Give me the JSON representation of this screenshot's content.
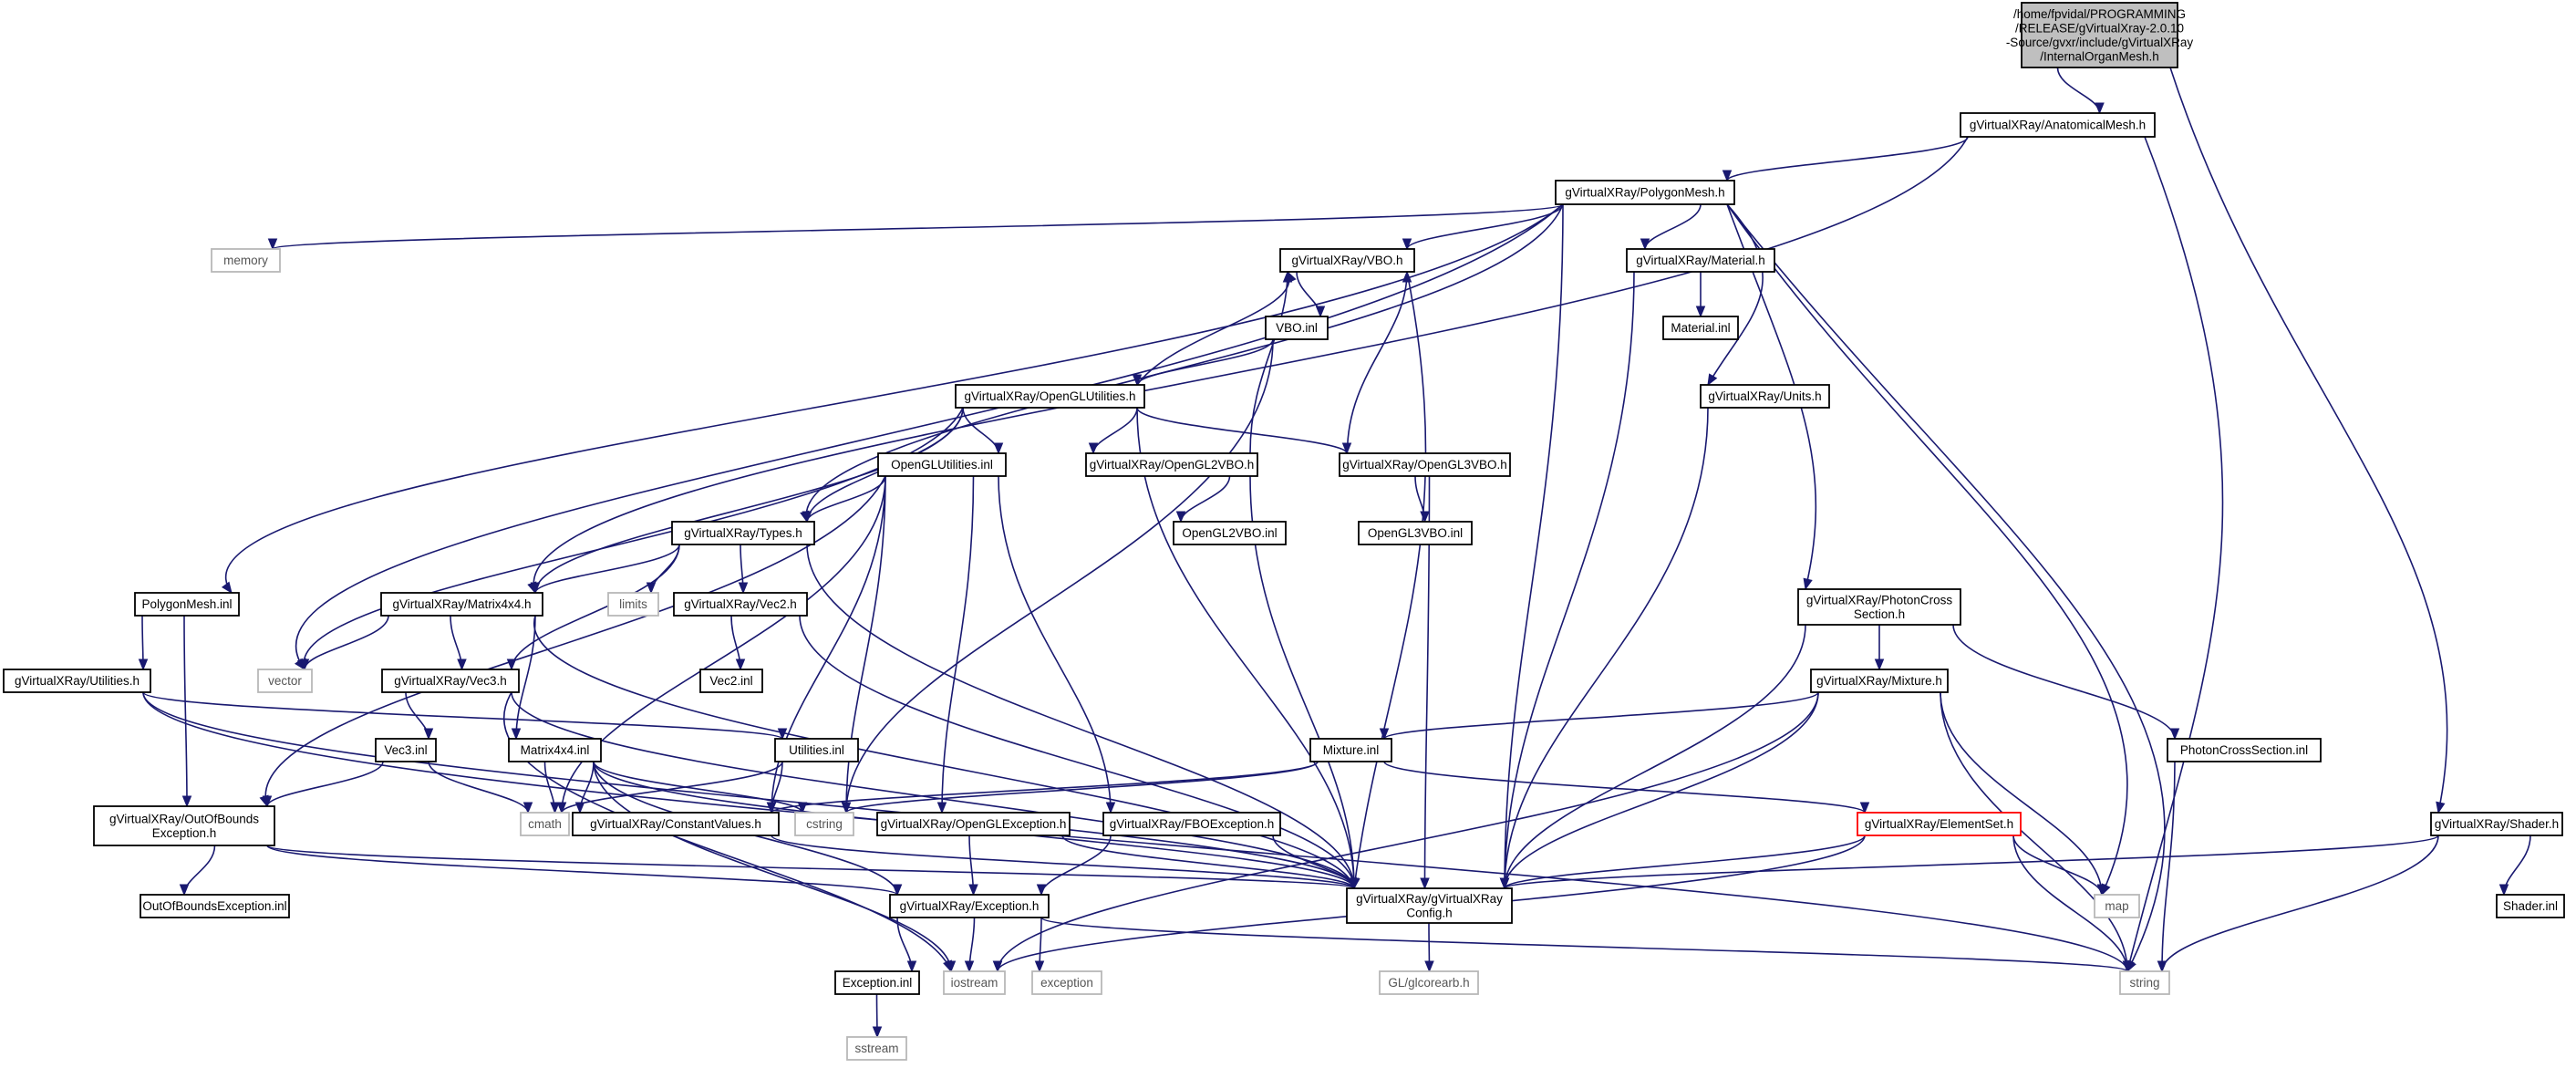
{
  "graph": {
    "colors": {
      "edge": "#191970",
      "root_fill": "#bfbfbf",
      "external_border": "#b8b8b8",
      "highlight_border": "#ff0000"
    },
    "nodes": [
      {
        "id": "root",
        "lines": [
          "/home/fpvidal/PROGRAMMING",
          "/RELEASE/gVirtualXray-2.0.10",
          "-Source/gvxr/include/gVirtualXRay",
          "/InternalOrganMesh.h"
        ]
      },
      {
        "id": "anatomical",
        "lines": [
          "gVirtualXRay/AnatomicalMesh.h"
        ]
      },
      {
        "id": "polygon",
        "lines": [
          "gVirtualXRay/PolygonMesh.h"
        ]
      },
      {
        "id": "memory",
        "lines": [
          "memory"
        ]
      },
      {
        "id": "vboh",
        "lines": [
          "gVirtualXRay/VBO.h"
        ]
      },
      {
        "id": "materialh",
        "lines": [
          "gVirtualXRay/Material.h"
        ]
      },
      {
        "id": "materialinl",
        "lines": [
          "Material.inl"
        ]
      },
      {
        "id": "vboinl",
        "lines": [
          "VBO.inl"
        ]
      },
      {
        "id": "unitsh",
        "lines": [
          "gVirtualXRay/Units.h"
        ]
      },
      {
        "id": "oglutilh",
        "lines": [
          "gVirtualXRay/OpenGLUtilities.h"
        ]
      },
      {
        "id": "oglutilinl",
        "lines": [
          "OpenGLUtilities.inl"
        ]
      },
      {
        "id": "ogl2vboh",
        "lines": [
          "gVirtualXRay/OpenGL2VBO.h"
        ]
      },
      {
        "id": "ogl3vboh",
        "lines": [
          "gVirtualXRay/OpenGL3VBO.h"
        ]
      },
      {
        "id": "ogl2vboinl",
        "lines": [
          "OpenGL2VBO.inl"
        ]
      },
      {
        "id": "ogl3vboinl",
        "lines": [
          "OpenGL3VBO.inl"
        ]
      },
      {
        "id": "typesh",
        "lines": [
          "gVirtualXRay/Types.h"
        ]
      },
      {
        "id": "polygoninl",
        "lines": [
          "PolygonMesh.inl"
        ]
      },
      {
        "id": "matrixh",
        "lines": [
          "gVirtualXRay/Matrix4x4.h"
        ]
      },
      {
        "id": "limits",
        "lines": [
          "limits"
        ]
      },
      {
        "id": "vec2h",
        "lines": [
          "gVirtualXRay/Vec2.h"
        ]
      },
      {
        "id": "photonh",
        "lines": [
          "gVirtualXRay/PhotonCross",
          "Section.h"
        ]
      },
      {
        "id": "vector",
        "lines": [
          "vector"
        ]
      },
      {
        "id": "vec2inl",
        "lines": [
          "Vec2.inl"
        ]
      },
      {
        "id": "utilh",
        "lines": [
          "gVirtualXRay/Utilities.h"
        ]
      },
      {
        "id": "vec3h",
        "lines": [
          "gVirtualXRay/Vec3.h"
        ]
      },
      {
        "id": "mixtureh",
        "lines": [
          "gVirtualXRay/Mixture.h"
        ]
      },
      {
        "id": "vec3inl",
        "lines": [
          "Vec3.inl"
        ]
      },
      {
        "id": "matrixinl",
        "lines": [
          "Matrix4x4.inl"
        ]
      },
      {
        "id": "utilinl",
        "lines": [
          "Utilities.inl"
        ]
      },
      {
        "id": "mixtureinl",
        "lines": [
          "Mixture.inl"
        ]
      },
      {
        "id": "photoninl",
        "lines": [
          "PhotonCrossSection.inl"
        ]
      },
      {
        "id": "oobh",
        "lines": [
          "gVirtualXRay/OutOfBounds",
          "Exception.h"
        ]
      },
      {
        "id": "cmath",
        "lines": [
          "cmath"
        ]
      },
      {
        "id": "consth",
        "lines": [
          "gVirtualXRay/ConstantValues.h"
        ]
      },
      {
        "id": "cstring",
        "lines": [
          "cstring"
        ]
      },
      {
        "id": "oglexh",
        "lines": [
          "gVirtualXRay/OpenGLException.h"
        ]
      },
      {
        "id": "fboexh",
        "lines": [
          "gVirtualXRay/FBOException.h"
        ]
      },
      {
        "id": "elemseth",
        "lines": [
          "gVirtualXRay/ElementSet.h"
        ]
      },
      {
        "id": "shaderh",
        "lines": [
          "gVirtualXRay/Shader.h"
        ]
      },
      {
        "id": "ooinl",
        "lines": [
          "OutOfBoundsException.inl"
        ]
      },
      {
        "id": "exceptionh",
        "lines": [
          "gVirtualXRay/Exception.h"
        ]
      },
      {
        "id": "configh",
        "lines": [
          "gVirtualXRay/gVirtualXRay",
          "Config.h"
        ]
      },
      {
        "id": "map",
        "lines": [
          "map"
        ]
      },
      {
        "id": "shaderinl",
        "lines": [
          "Shader.inl"
        ]
      },
      {
        "id": "exceptioninl",
        "lines": [
          "Exception.inl"
        ]
      },
      {
        "id": "iostream",
        "lines": [
          "iostream"
        ]
      },
      {
        "id": "exception",
        "lines": [
          "exception"
        ]
      },
      {
        "id": "string",
        "lines": [
          "string"
        ]
      },
      {
        "id": "glcorearb",
        "lines": [
          "GL/glcorearb.h"
        ]
      },
      {
        "id": "sstream",
        "lines": [
          "sstream"
        ]
      }
    ]
  }
}
